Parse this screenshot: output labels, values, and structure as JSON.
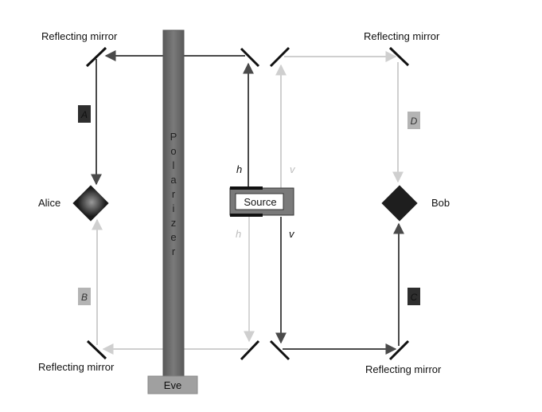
{
  "labels": {
    "mirror_top_left": "Reflecting mirror",
    "mirror_top_right": "Reflecting mirror",
    "mirror_bottom_left": "Reflecting mirror",
    "mirror_bottom_right": "Reflecting mirror",
    "alice": "Alice",
    "bob": "Bob",
    "source": "Source",
    "eve": "Eve",
    "polarizer": [
      "P",
      "o",
      "l",
      "a",
      "r",
      "i",
      "z",
      "e",
      "r"
    ],
    "path_a": "A",
    "path_b": "B",
    "path_c": "C",
    "path_d": "D",
    "h_top": "h",
    "v_top": "v",
    "h_bottom": "h",
    "v_bottom": "v"
  },
  "colors": {
    "dark_beam": "#4a4a4a",
    "light_beam": "#d0d0d0",
    "mirror": "#111111",
    "polarizer_bar": "#6e6e6e",
    "eve_box": "#9e9e9e",
    "detector_bob": "#1e1e1e",
    "box_a": "#2e2e2e",
    "box_b": "#b4b4b4",
    "box_c": "#2e2e2e",
    "box_d": "#b4b4b4"
  }
}
